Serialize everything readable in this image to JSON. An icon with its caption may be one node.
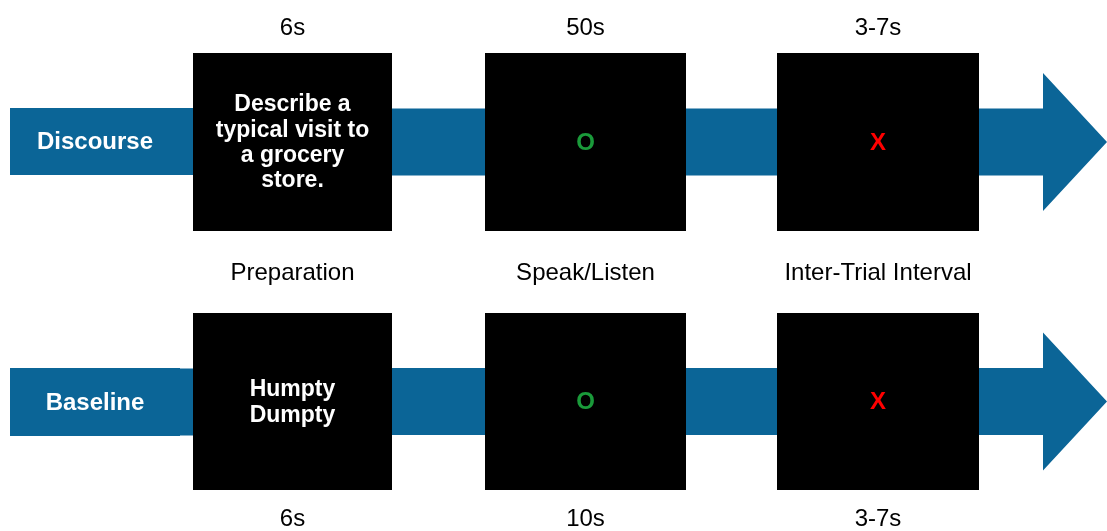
{
  "diagram": {
    "nodes": [
      {
        "text": [
          "Discourse"
        ]
      },
      {
        "text": [
          "Describe a typical visit to a grocery store."
        ],
        "beside": [
          "6s"
        ]
      },
      {
        "text": [
          "O"
        ],
        "beside": [
          "50s"
        ]
      },
      {
        "text": [
          "X"
        ],
        "beside": [
          "3-7s"
        ]
      },
      {
        "text": [
          "Baseline"
        ]
      },
      {
        "text": [
          "Humpty Dumpty"
        ],
        "beside": [
          "6s"
        ]
      },
      {
        "text": [
          "O"
        ],
        "beside": [
          "10s"
        ]
      },
      {
        "text": [
          "X"
        ],
        "beside": [
          "3-7s"
        ]
      }
    ],
    "edges": [
      {
        "from": 0,
        "to": 1,
        "arrow": "none"
      },
      {
        "from": 1,
        "to": 2,
        "arrow": "none"
      },
      {
        "from": 2,
        "to": 3,
        "arrow": "none"
      },
      {
        "from": 3,
        "to": null,
        "arrow": "to"
      },
      {
        "from": 4,
        "to": 5,
        "arrow": "none"
      },
      {
        "from": 5,
        "to": 6,
        "arrow": "none"
      },
      {
        "from": 6,
        "to": 7,
        "arrow": "none"
      },
      {
        "from": 7,
        "to": null,
        "arrow": "to"
      }
    ],
    "labels": [
      "Preparation",
      "Speak/Listen",
      "Inter-Trial Interval"
    ]
  }
}
